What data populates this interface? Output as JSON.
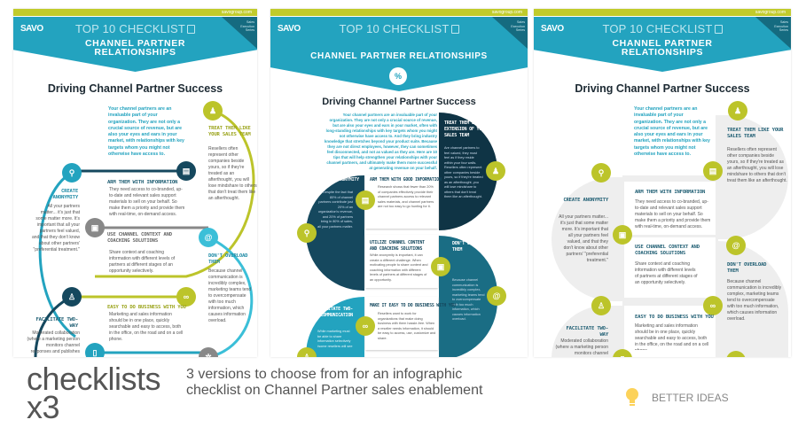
{
  "header": {
    "site": "savogroup.com",
    "logo": "SAVO",
    "series": "Sales Execution Series",
    "checklist": "TOP 10 CHECKLIST",
    "topic_line1": "CHANNEL PARTNER",
    "topic_line2": "RELATIONSHIPS",
    "topic_full": "CHANNEL PARTNER RELATIONSHIPS"
  },
  "title": "Driving Channel Partner Success",
  "intro_short": "Your channel partners are an invaluable part of your organization. They are not only a crucial source of revenue, but are also your eyes and ears in your market, with relationships with key targets whom you might not otherwise have access to.",
  "intro_long": "Your channel partners are an invaluable part of your organization. They are not only a crucial source of revenue, but are also your eyes and ears in your market, often with long-standing relationships with key targets whom you might not otherwise have access to. And they bring industry knowledge that stretches beyond your product suite. Because they are not direct employees, however, they can sometimes feel disconnected, and not as valued as they are. Here are 10 tips that will help strengthen your relationships with your channel partners, and ultimately make them more successful at generating revenue on your behalf.",
  "items": {
    "treat": {
      "title": "Treat them like your sales team",
      "body": "Resellers often represent other companies beside yours, so if they're treated as an afterthought, you will lose mindshare to others that don't treat them like an afterthought."
    },
    "treat_long": {
      "title": "Treat them like an extension of your sales team",
      "body": "Are channel partners to feel valued, they must feel as if they reside within your four walls. Resellers often represent other companies beside yours, so if they're treated as an afterthought, you will lose mindshare to others that don't treat them like an afterthought."
    },
    "arm": {
      "title": "Arm them with information",
      "body": "They need access to co-branded, up-to-date and relevant sales support materials to sell on your behalf. So make them a priority and provide them with real-time, on-demand access."
    },
    "arm_long": {
      "title": "Arm them with good information",
      "body": "Research shows that fewer than 20% of companies effectively provide their channel partners access to relevant sales materials, and channel partners are not too easy to go hunting for it."
    },
    "create": {
      "title": "Create anonymity",
      "body": "All your partners matter... it's just that some matter more. It's important that all your partners feel valued, and that they don't know about other partners' \"preferential treatment.\""
    },
    "create_long": {
      "body": "Despite the fact that 80% of channel partners contribute just 20% of an organization's revenue, and 20% of partners bring in 80% of sales, all your partners matter."
    },
    "use": {
      "title": "Use channel context and coaching solutions",
      "body": "Share context and coaching information with different levels of partners at different stages of an opportunity selectively."
    },
    "utilize": {
      "title": "Utilize channel content and coaching solutions",
      "body": "While anonymity is important, it can create a different challenge. When motivating people to share content and coaching information with different levels of partners at different stages of an opportunity."
    },
    "dont": {
      "title": "Don't overload them",
      "body": "Because channel communication is incredibly complex, marketing teams tend to overcompensate with too much information, which causes information overload."
    },
    "easy": {
      "title": "Easy to do business with you",
      "body": "Marketing and sales information should be in one place, quickly searchable and easy to access, both in the office, on the road and on a cell phone."
    },
    "make_easy": {
      "title": "Make it easy to do business with you",
      "body": "Resellers want to work for organizations that make doing business with them hassle-free. When a reseller needs information, it should be easy to access, use, customize and share."
    },
    "facilitate": {
      "title": "Facilitate two-way",
      "body": "Moderated collaboration (where a marketing person monitors channel responses and publishes"
    },
    "facilitate_long": {
      "title": "Facilitate two-way communication",
      "body": "While marketing must be able to share information selectively (some resellers will see things others don't), channel partners are not satisfied with one-way communication."
    }
  },
  "footer": {
    "big_word": "checklists",
    "big_count": "x3",
    "description_line1": "3 versions to choose from for an infographic",
    "description_line2": "checklist on Channel Partner sales enablement",
    "brand": "BETTER IDEAS"
  },
  "colors": {
    "lime": "#c1cb2c",
    "teal": "#23a3bf",
    "navy": "#15485e",
    "bulb": "#fcd25a"
  }
}
